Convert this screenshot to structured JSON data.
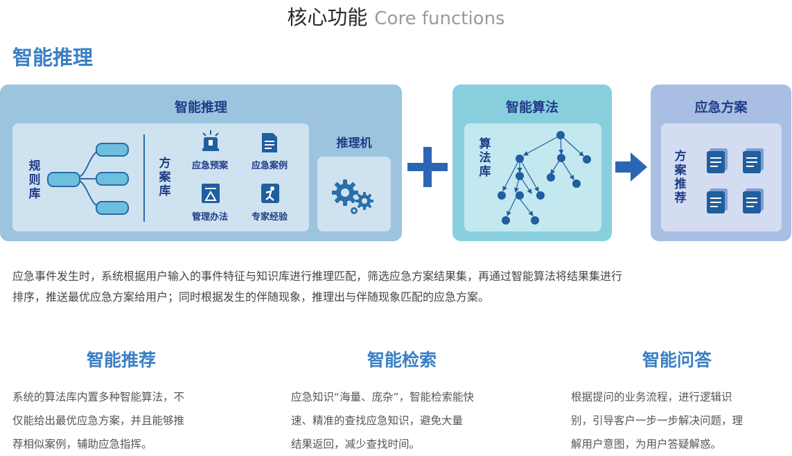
{
  "header": {
    "title_cn": "核心功能",
    "title_en": "Core functions"
  },
  "section_title": "智能推理",
  "panel1": {
    "title": "智能推理",
    "rule_base": "规则库",
    "plan_base": "方案库",
    "items": [
      "应急预案",
      "应急案例",
      "管理办法",
      "专家经验"
    ],
    "engine": "推理机"
  },
  "panel2": {
    "title": "智能算法",
    "algo_base": "算法库"
  },
  "panel3": {
    "title": "应急方案",
    "recommend": "方案推荐"
  },
  "description_line1": "应急事件发生时，系统根据用户输入的事件特征与知识库进行推理匹配，筛选应急方案结果集，再通过智能算法将结果集进行",
  "description_line2": "排序，推送最优应急方案给用户；同时根据发生的伴随现象，推理出与伴随现象匹配的应急方案。",
  "features": [
    {
      "title": "智能推荐",
      "lines": [
        "系统的算法库内置多种智能算法，不",
        "仅能给出最优应急方案，并且能够推",
        "荐相似案例，辅助应急指挥。"
      ]
    },
    {
      "title": "智能检索",
      "lines": [
        "应急知识“海量、庞杂”，智能检索能快",
        "速、精准的查找应急知识，避免大量",
        "结果返回，减少查找时间。"
      ]
    },
    {
      "title": "智能问答",
      "lines": [
        "根据提问的业务流程，进行逻辑识",
        "别，引导客户一步一步解决问题，理",
        "解用户意图，为用户答疑解惑。"
      ]
    }
  ],
  "colors": {
    "accent": "#3a7fc4",
    "dark_blue": "#1f3c86",
    "panel1": "#9cc4df",
    "panel2": "#88cfde",
    "panel3": "#a8bfe3",
    "icon": "#1f5e9f"
  }
}
